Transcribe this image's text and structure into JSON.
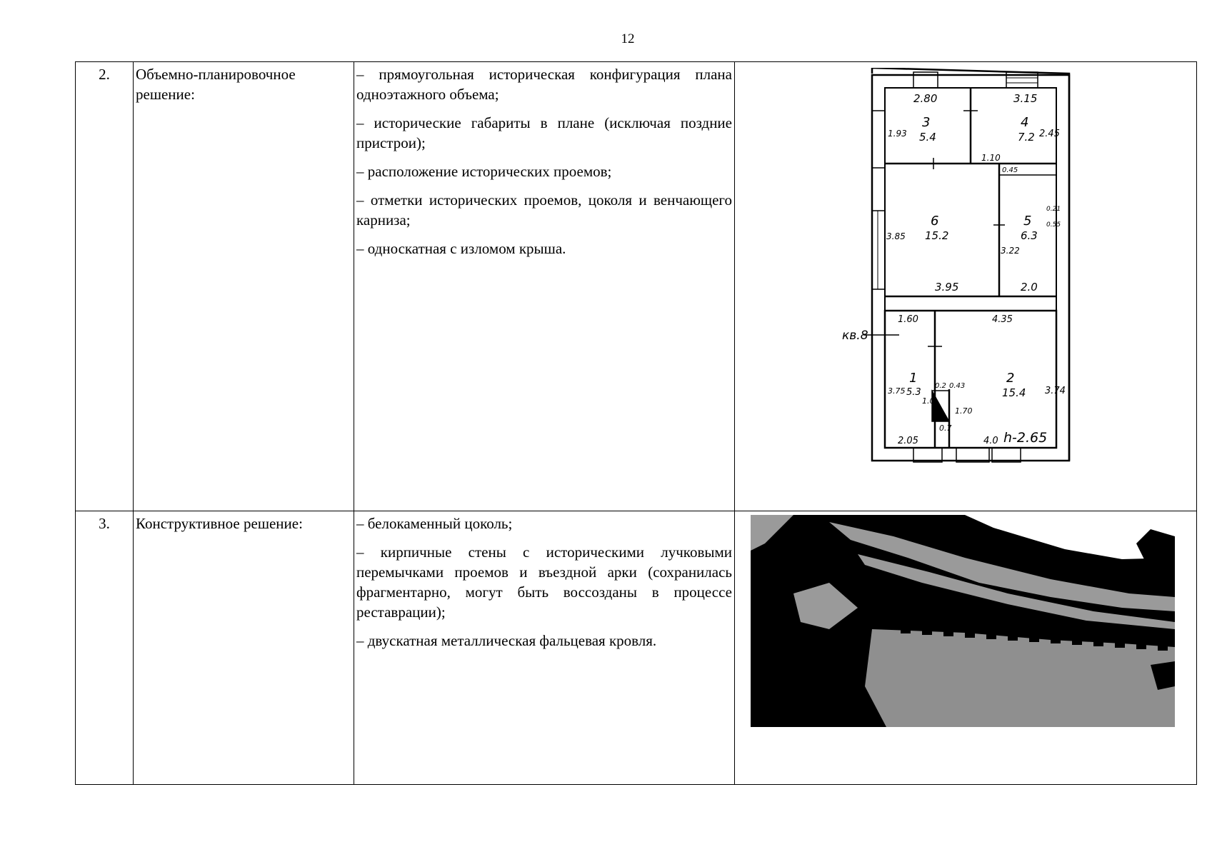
{
  "page": {
    "number": "12"
  },
  "rows": [
    {
      "number": "2.",
      "name": "Объемно-планировочное решение:",
      "items": [
        "– прямоугольная историческая конфигурация плана одноэтажного объема;",
        "– исторические габариты в плане (исключая поздние пристрои);",
        "– расположение исторических проемов;",
        "– отметки исторических проемов, цоколя и венчающего карниза;",
        "– односкатная с изломом крыша."
      ],
      "figure": {
        "icon": "floor-plan-icon",
        "labels": {
          "room3_num": "3",
          "room3_area": "5.4",
          "room3_w": "2.80",
          "room3_h": "1.93",
          "room4_num": "4",
          "room4_area": "7.2",
          "room4_w": "3.15",
          "room4_h": "2.45",
          "room4_door": "1.10",
          "room4_door2": "0.45",
          "room6_num": "6",
          "room6_area": "15.2",
          "room6_h": "3.85",
          "room6_w": "3.95",
          "room5_num": "5",
          "room5_area": "6.3",
          "room5_h": "3.22",
          "room5_w": "2.0",
          "room5_s1": "0.21",
          "room5_s2": "0.55",
          "room1_num": "1",
          "room1_area": "5.3",
          "room1_w": "1.60",
          "room1_h": "3.75",
          "room1_b": "2.05",
          "room1_side": "1.0",
          "room2_num": "2",
          "room2_area": "15.4",
          "room2_w": "4.35",
          "room2_h": "3.74",
          "room2_b": "4.0",
          "height": "h-2.65",
          "stove_a": "0.2",
          "stove_b": "0.43",
          "stove_c": "0.7",
          "stove_d": "1.70",
          "apt": "кв.8"
        }
      }
    },
    {
      "number": "3.",
      "name": "Конструктивное решение:",
      "items": [
        "– белокаменный цоколь;",
        "– кирпичные стены с историческими лучковыми перемычками проемов и въездной арки (сохранилась фрагментарно, могут быть воссозданы в процессе реставрации);",
        "– двускатная металлическая фальцевая кровля."
      ],
      "figure": {
        "icon": "roof-photo-icon"
      }
    }
  ]
}
